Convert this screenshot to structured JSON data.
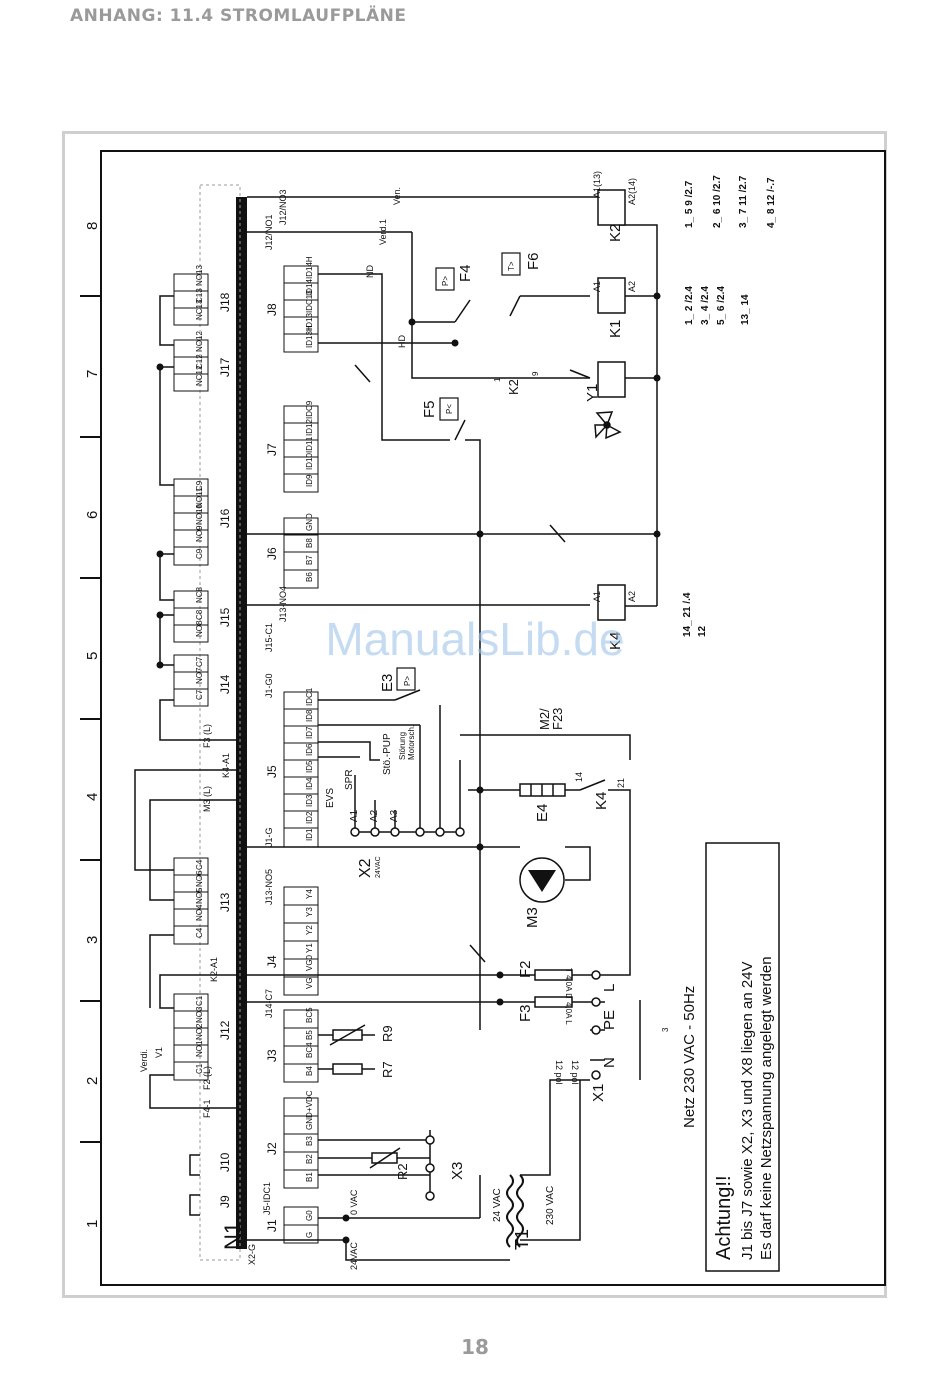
{
  "header": {
    "title": "ANHANG: 11.4 STROMLAUFPLÄNE"
  },
  "page": {
    "number": "18"
  },
  "watermark": "ManualsLib.de",
  "grid_numbers": [
    "1",
    "2",
    "3",
    "4",
    "5",
    "6",
    "7",
    "8"
  ],
  "controller": {
    "label": "N1",
    "connectors": [
      "J1",
      "J2",
      "J3",
      "J4",
      "J5",
      "J6",
      "J7",
      "J8",
      "J9",
      "J10",
      "J12",
      "J13",
      "J14",
      "J15",
      "J16",
      "J17",
      "J18"
    ],
    "j1_pins": [
      "G",
      "G0"
    ],
    "j2_pins": [
      "B1",
      "B2",
      "B3",
      "GND",
      "+VDC"
    ],
    "j3_pins": [
      "B4",
      "BC4",
      "B5",
      "BC5"
    ],
    "j4_pins": [
      "VG",
      "VG0",
      "Y1",
      "Y2",
      "Y3",
      "Y4"
    ],
    "j5_pins": [
      "ID1",
      "ID2",
      "ID3",
      "ID4",
      "ID5",
      "ID6",
      "ID7",
      "ID8",
      "IDC1"
    ],
    "j6_pins": [
      "B6",
      "B7",
      "B8",
      "GND"
    ],
    "j7_pins": [
      "ID9",
      "ID10",
      "ID11",
      "ID12",
      "IDC9"
    ],
    "j8_pins": [
      "ID13H",
      "ID13",
      "IDC13",
      "ID14",
      "ID14H"
    ],
    "j12_pins": [
      "C1",
      "NO1",
      "NO2",
      "NO3",
      "C1"
    ],
    "j13_pins": [
      "C4",
      "NO4",
      "NO5",
      "NO6",
      "C4"
    ],
    "j14_pins": [
      "C7",
      "NO7",
      "C7"
    ],
    "j15_pins": [
      "NO8",
      "C8",
      "NC8"
    ],
    "j16_pins": [
      "C9",
      "NO9",
      "NO10",
      "NO11",
      "C9"
    ],
    "j17_pins": [
      "NC12",
      "C12",
      "NO12"
    ],
    "j18_pins": [
      "NC13",
      "C13",
      "NO13"
    ],
    "bus_labels": [
      "X2-G",
      "J5-IDC1",
      "F4-1",
      "F2 (L)",
      "Verdi.",
      "V1",
      "K2-A1",
      "J14-C7",
      "J13-NO5",
      "J1-G",
      "M3 (L)",
      "K4-A1",
      "F3 (L)",
      "J1-G0",
      "J15-C1",
      "J13-NO4",
      "J12/NO1",
      "J12/NO3",
      "Verd.1",
      "Ven.",
      "0 VAC",
      "24VAC"
    ]
  },
  "components": {
    "x3": "X3",
    "r2": "R2",
    "r7": "R7",
    "r9": "R9",
    "x2": "X2",
    "x2_sub": "24VAC",
    "evs": "EVS",
    "spr": "SPR",
    "a1": "A1",
    "a2": "A2",
    "a3": "A3",
    "stoe_pup": "Stö.-PUP",
    "stoerung": "Störung",
    "motorsch": "Motorsch.",
    "e3": "E3",
    "e3_sym": "P>",
    "m2": "M2/",
    "f23": "F23",
    "e4": "E4",
    "k4": "K4",
    "k4_14": "14",
    "k4_21": "21",
    "m3": "M3",
    "f2": "F2",
    "f3": "F3",
    "fuse_rating": "T 4,0A L",
    "f5": "F5",
    "f5_sym": "P<",
    "f4": "F4",
    "f4_sym": "P>",
    "f6": "F6",
    "f6_sym": "T>",
    "hd": "HD",
    "nd": "ND",
    "k1": "K1",
    "k2": "K2",
    "y1": "Y1",
    "coil_a1": "A1",
    "coil_a2": "A2",
    "k2_a1": "A1(13)",
    "k2_a2": "A2(14)",
    "k2_contact_1": "1",
    "k2_contact_9": "9",
    "t1": "T1",
    "t1_sec": "24 VAC",
    "t1_pri": "230 VAC",
    "x1": "X1",
    "pol1": "12 pol",
    "pol2": "12 pol",
    "l": "L",
    "pe": "PE",
    "n": "N",
    "mains_count": "3",
    "netz": "Netz  230 VAC - 50Hz"
  },
  "contact_tables": {
    "k1": [
      "1_ 2 /2.4",
      "3_ 4 /2.4",
      "5_ 6 /2.4",
      "13_ 14"
    ],
    "k2": [
      "1_ 5 9 /2.7",
      "2_ 6 10 /2.7",
      "3_ 7 11 /2.7",
      "4_ 8 12 /-.7"
    ],
    "k4": [
      "14_ 21 /.4",
      "12"
    ]
  },
  "warning": {
    "title": "Achtung!!",
    "line1": "J1 bis J7 sowie X2, X3 und X8 liegen an 24V",
    "line2": "Es darf keine Netzspannung angelegt werden"
  }
}
